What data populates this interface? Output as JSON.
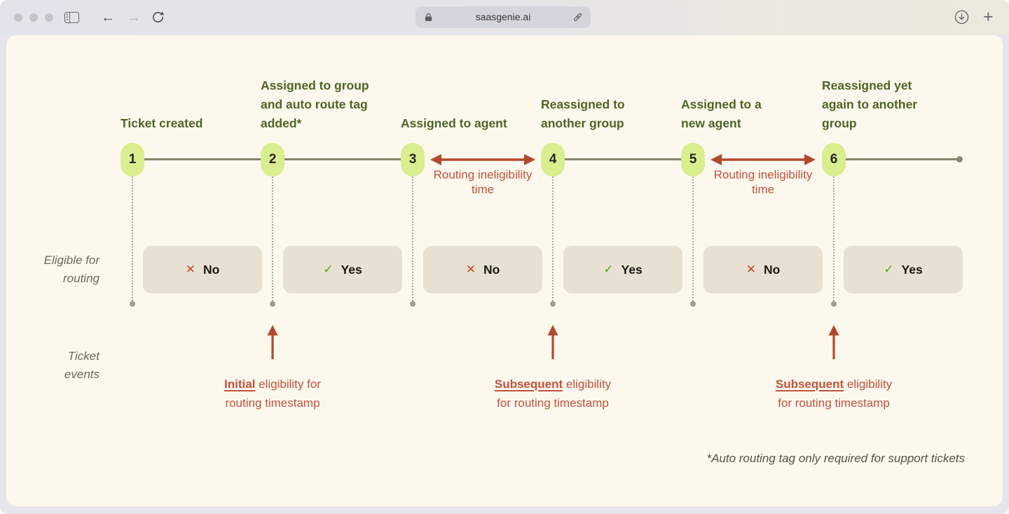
{
  "browser": {
    "url": "saasgenie.ai",
    "back_glyph": "←",
    "forward_glyph": "→",
    "new_tab_glyph": "+"
  },
  "diagram": {
    "row_labels": {
      "events": "Ticket events",
      "eligibility": "Eligible for routing"
    },
    "events": [
      {
        "num": "1",
        "label": "Ticket created"
      },
      {
        "num": "2",
        "label": "Assigned to group and auto route tag added*"
      },
      {
        "num": "3",
        "label": "Assigned to agent"
      },
      {
        "num": "4",
        "label": "Reassigned to another group"
      },
      {
        "num": "5",
        "label": "Assigned to a new agent"
      },
      {
        "num": "6",
        "label": "Reassigned yet again to another group"
      }
    ],
    "eligibility": [
      {
        "value": "No",
        "icon": "✕"
      },
      {
        "value": "Yes",
        "icon": "✓"
      },
      {
        "value": "No",
        "icon": "✕"
      },
      {
        "value": "Yes",
        "icon": "✓"
      },
      {
        "value": "No",
        "icon": "✕"
      },
      {
        "value": "Yes",
        "icon": "✓"
      }
    ],
    "ineligibility_labels": [
      "Routing ineligibility time",
      "Routing ineligibility time"
    ],
    "annotations": [
      {
        "emphasis": "Initial",
        "line1_rest": " eligibility for",
        "line2": "routing timestamp"
      },
      {
        "emphasis": "Subsequent",
        "line1_rest": " eligibility",
        "line2": "for routing timestamp"
      },
      {
        "emphasis": "Subsequent",
        "line1_rest": " eligibility",
        "line2": "for routing timestamp"
      }
    ],
    "footnote": "*Auto routing tag only required for support tickets"
  },
  "colors": {
    "page_bg": "#fdf8ee",
    "pill_green": "#d9ee8f",
    "label_green": "#4d6426",
    "annotation_red": "#c2523a",
    "arrow_red": "#b4492e",
    "box_beige": "#e8e0d2",
    "check_green": "#63a123",
    "cross_red": "#c44a30",
    "timeline_gray": "#85836e"
  }
}
